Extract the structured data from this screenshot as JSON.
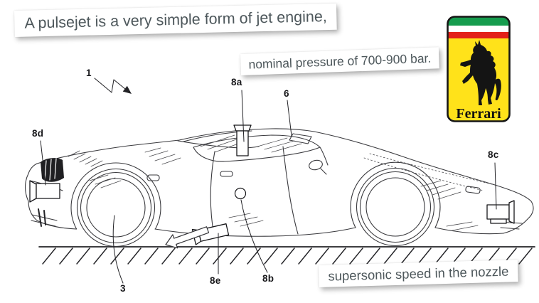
{
  "figure": {
    "captions": {
      "pulsejet": "A pulsejet is a very simple form of jet engine,",
      "pressure": "nominal pressure of 700-900 bar.",
      "nozzle_speed": "supersonic speed in the nozzle"
    },
    "labels": {
      "l1": "1",
      "l3": "3",
      "l6": "6",
      "l8a": "8a",
      "l8b": "8b",
      "l8c": "8c",
      "l8d": "8d",
      "l8e": "8e"
    }
  },
  "logo": {
    "brand": "Ferrari",
    "colors": {
      "yellow": "#FFE21A",
      "green": "#169C4E",
      "white": "#FFFFFF",
      "red": "#E32119",
      "black": "#141414"
    }
  },
  "style": {
    "caption_text_color": "#4D575B",
    "line_ink_color": "#3A3A3E"
  }
}
